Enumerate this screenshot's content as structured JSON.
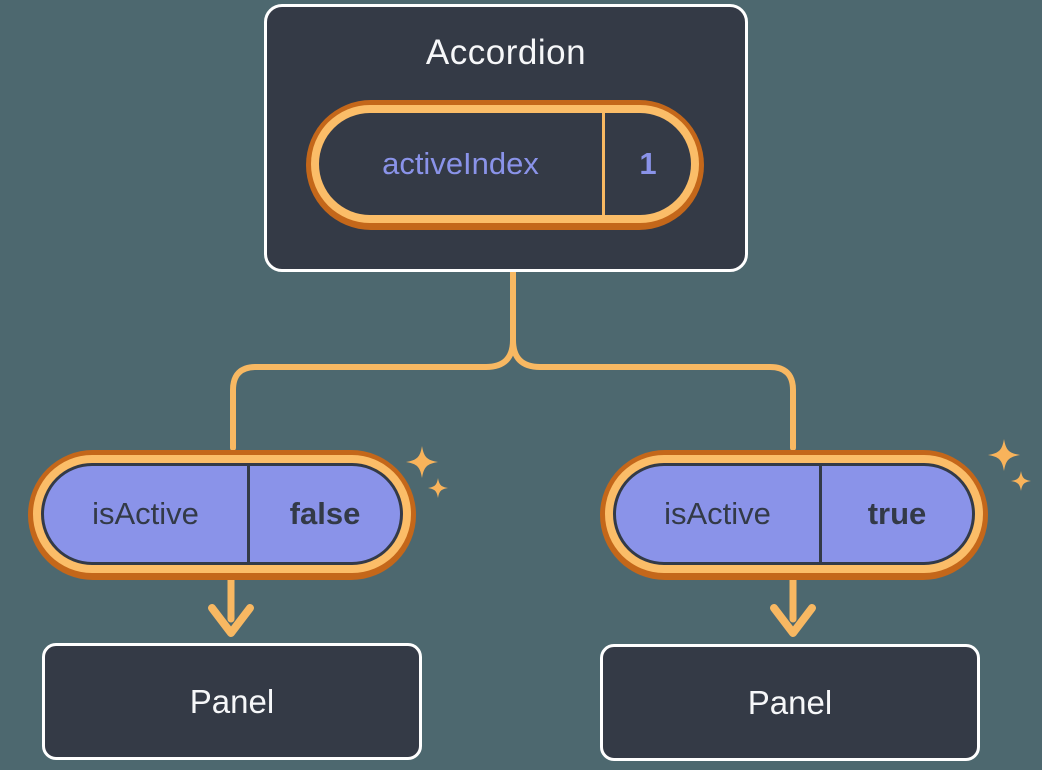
{
  "diagram": {
    "kind": "react-component-state-tree",
    "accordion": {
      "title": "Accordion",
      "state": {
        "label": "activeIndex",
        "value": "1"
      }
    },
    "children": [
      {
        "prop": {
          "label": "isActive",
          "value": "false"
        },
        "panel_label": "Panel"
      },
      {
        "prop": {
          "label": "isActive",
          "value": "true"
        },
        "panel_label": "Panel"
      }
    ]
  },
  "icons": {
    "sparkle": "four-point-star",
    "arrow": "down-arrow"
  },
  "colors": {
    "background": "#4D686F",
    "surface_dark": "#343A46",
    "border_white": "#FFFFFF",
    "purple_fill": "#8A93E9",
    "purple_text": "#8A93E9",
    "dark_text": "#333A47",
    "orange_light": "#F8B862",
    "orange_ring_light": "#FBBD68",
    "orange_ring_dark": "#C4671A",
    "text_light": "#F6F7F9"
  }
}
